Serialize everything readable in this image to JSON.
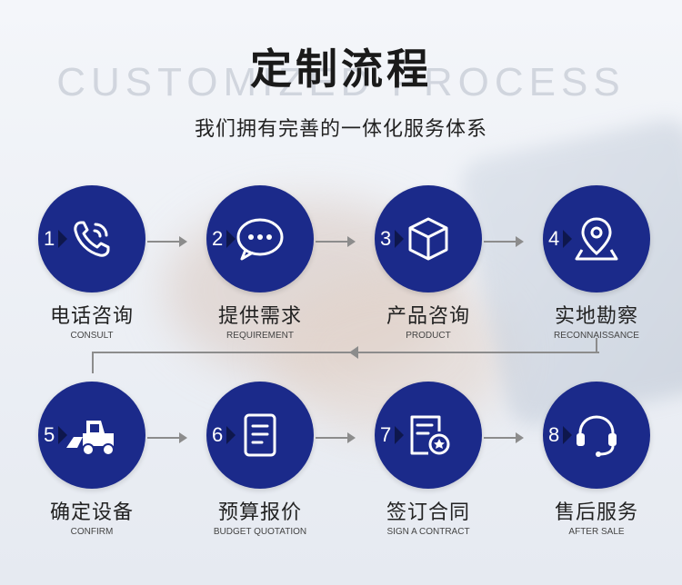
{
  "header": {
    "title": "定制流程",
    "watermark": "CUSTOMIZED PROCESS",
    "slogan": "我们拥有完善的一体化服务体系"
  },
  "colors": {
    "circle": "#1b2a8a",
    "arrow": "#8c8c8c"
  },
  "steps": [
    {
      "num": "1",
      "zh": "电话咨询",
      "en": "CONSULT",
      "icon": "phone-icon"
    },
    {
      "num": "2",
      "zh": "提供需求",
      "en": "REQUIREMENT",
      "icon": "chat-bubble-icon"
    },
    {
      "num": "3",
      "zh": "产品咨询",
      "en": "PRODUCT",
      "icon": "box-icon"
    },
    {
      "num": "4",
      "zh": "实地勘察",
      "en": "RECONNAISSANCE",
      "icon": "map-pin-icon"
    },
    {
      "num": "5",
      "zh": "确定设备",
      "en": "CONFIRM",
      "icon": "loader-vehicle-icon"
    },
    {
      "num": "6",
      "zh": "预算报价",
      "en": "BUDGET QUOTATION",
      "icon": "document-icon"
    },
    {
      "num": "7",
      "zh": "签订合同",
      "en": "SIGN A CONTRACT",
      "icon": "contract-seal-icon"
    },
    {
      "num": "8",
      "zh": "售后服务",
      "en": "AFTER SALE",
      "icon": "headset-icon"
    }
  ]
}
